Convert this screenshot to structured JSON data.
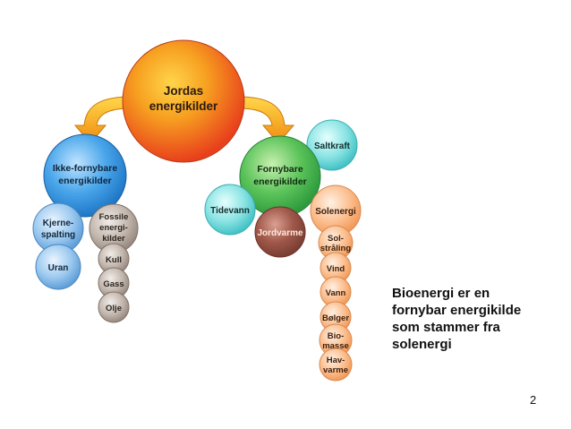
{
  "colors": {
    "red": "#e8401c",
    "blue": "#2f8fd8",
    "green": "#3fae4a",
    "teal": "#5fd0d2",
    "brown": "#8a4a3e",
    "orange": "#f7a56a",
    "light_blue": "#7fb8e6",
    "grey": "#b8aca3",
    "arrow": "#f2a81c"
  },
  "nodes": {
    "root": {
      "lines": [
        "Jordas",
        "energikilder"
      ]
    },
    "nonrenewable": {
      "lines": [
        "Ikke-fornybare",
        "energikilder"
      ]
    },
    "nuclear_fission": {
      "lines": [
        "Kjerne-",
        "spalting"
      ]
    },
    "uranium": {
      "lines": [
        "Uran"
      ]
    },
    "fossil": {
      "lines": [
        "Fossile",
        "energi-",
        "kilder"
      ]
    },
    "coal": {
      "lines": [
        "Kull"
      ]
    },
    "gas": {
      "lines": [
        "Gass"
      ]
    },
    "oil": {
      "lines": [
        "Olje"
      ]
    },
    "renewable": {
      "lines": [
        "Fornybare",
        "energikilder"
      ]
    },
    "salt_power": {
      "lines": [
        "Saltkraft"
      ]
    },
    "tidal": {
      "lines": [
        "Tidevann"
      ]
    },
    "geothermal": {
      "lines": [
        "Jordvarme"
      ]
    },
    "solar_energy": {
      "lines": [
        "Solenergi"
      ]
    },
    "solar_radiation": {
      "lines": [
        "Sol-",
        "stråling"
      ]
    },
    "wind": {
      "lines": [
        "Vind"
      ]
    },
    "water": {
      "lines": [
        "Vann"
      ]
    },
    "waves": {
      "lines": [
        "Bølger"
      ]
    },
    "biomass": {
      "lines": [
        "Bio-",
        "masse"
      ]
    },
    "ocean_heat": {
      "lines": [
        "Hav-",
        "varme"
      ]
    }
  },
  "caption": "Bioenergi er en fornybar energikilde som stammer fra solenergi",
  "page_number": "2"
}
